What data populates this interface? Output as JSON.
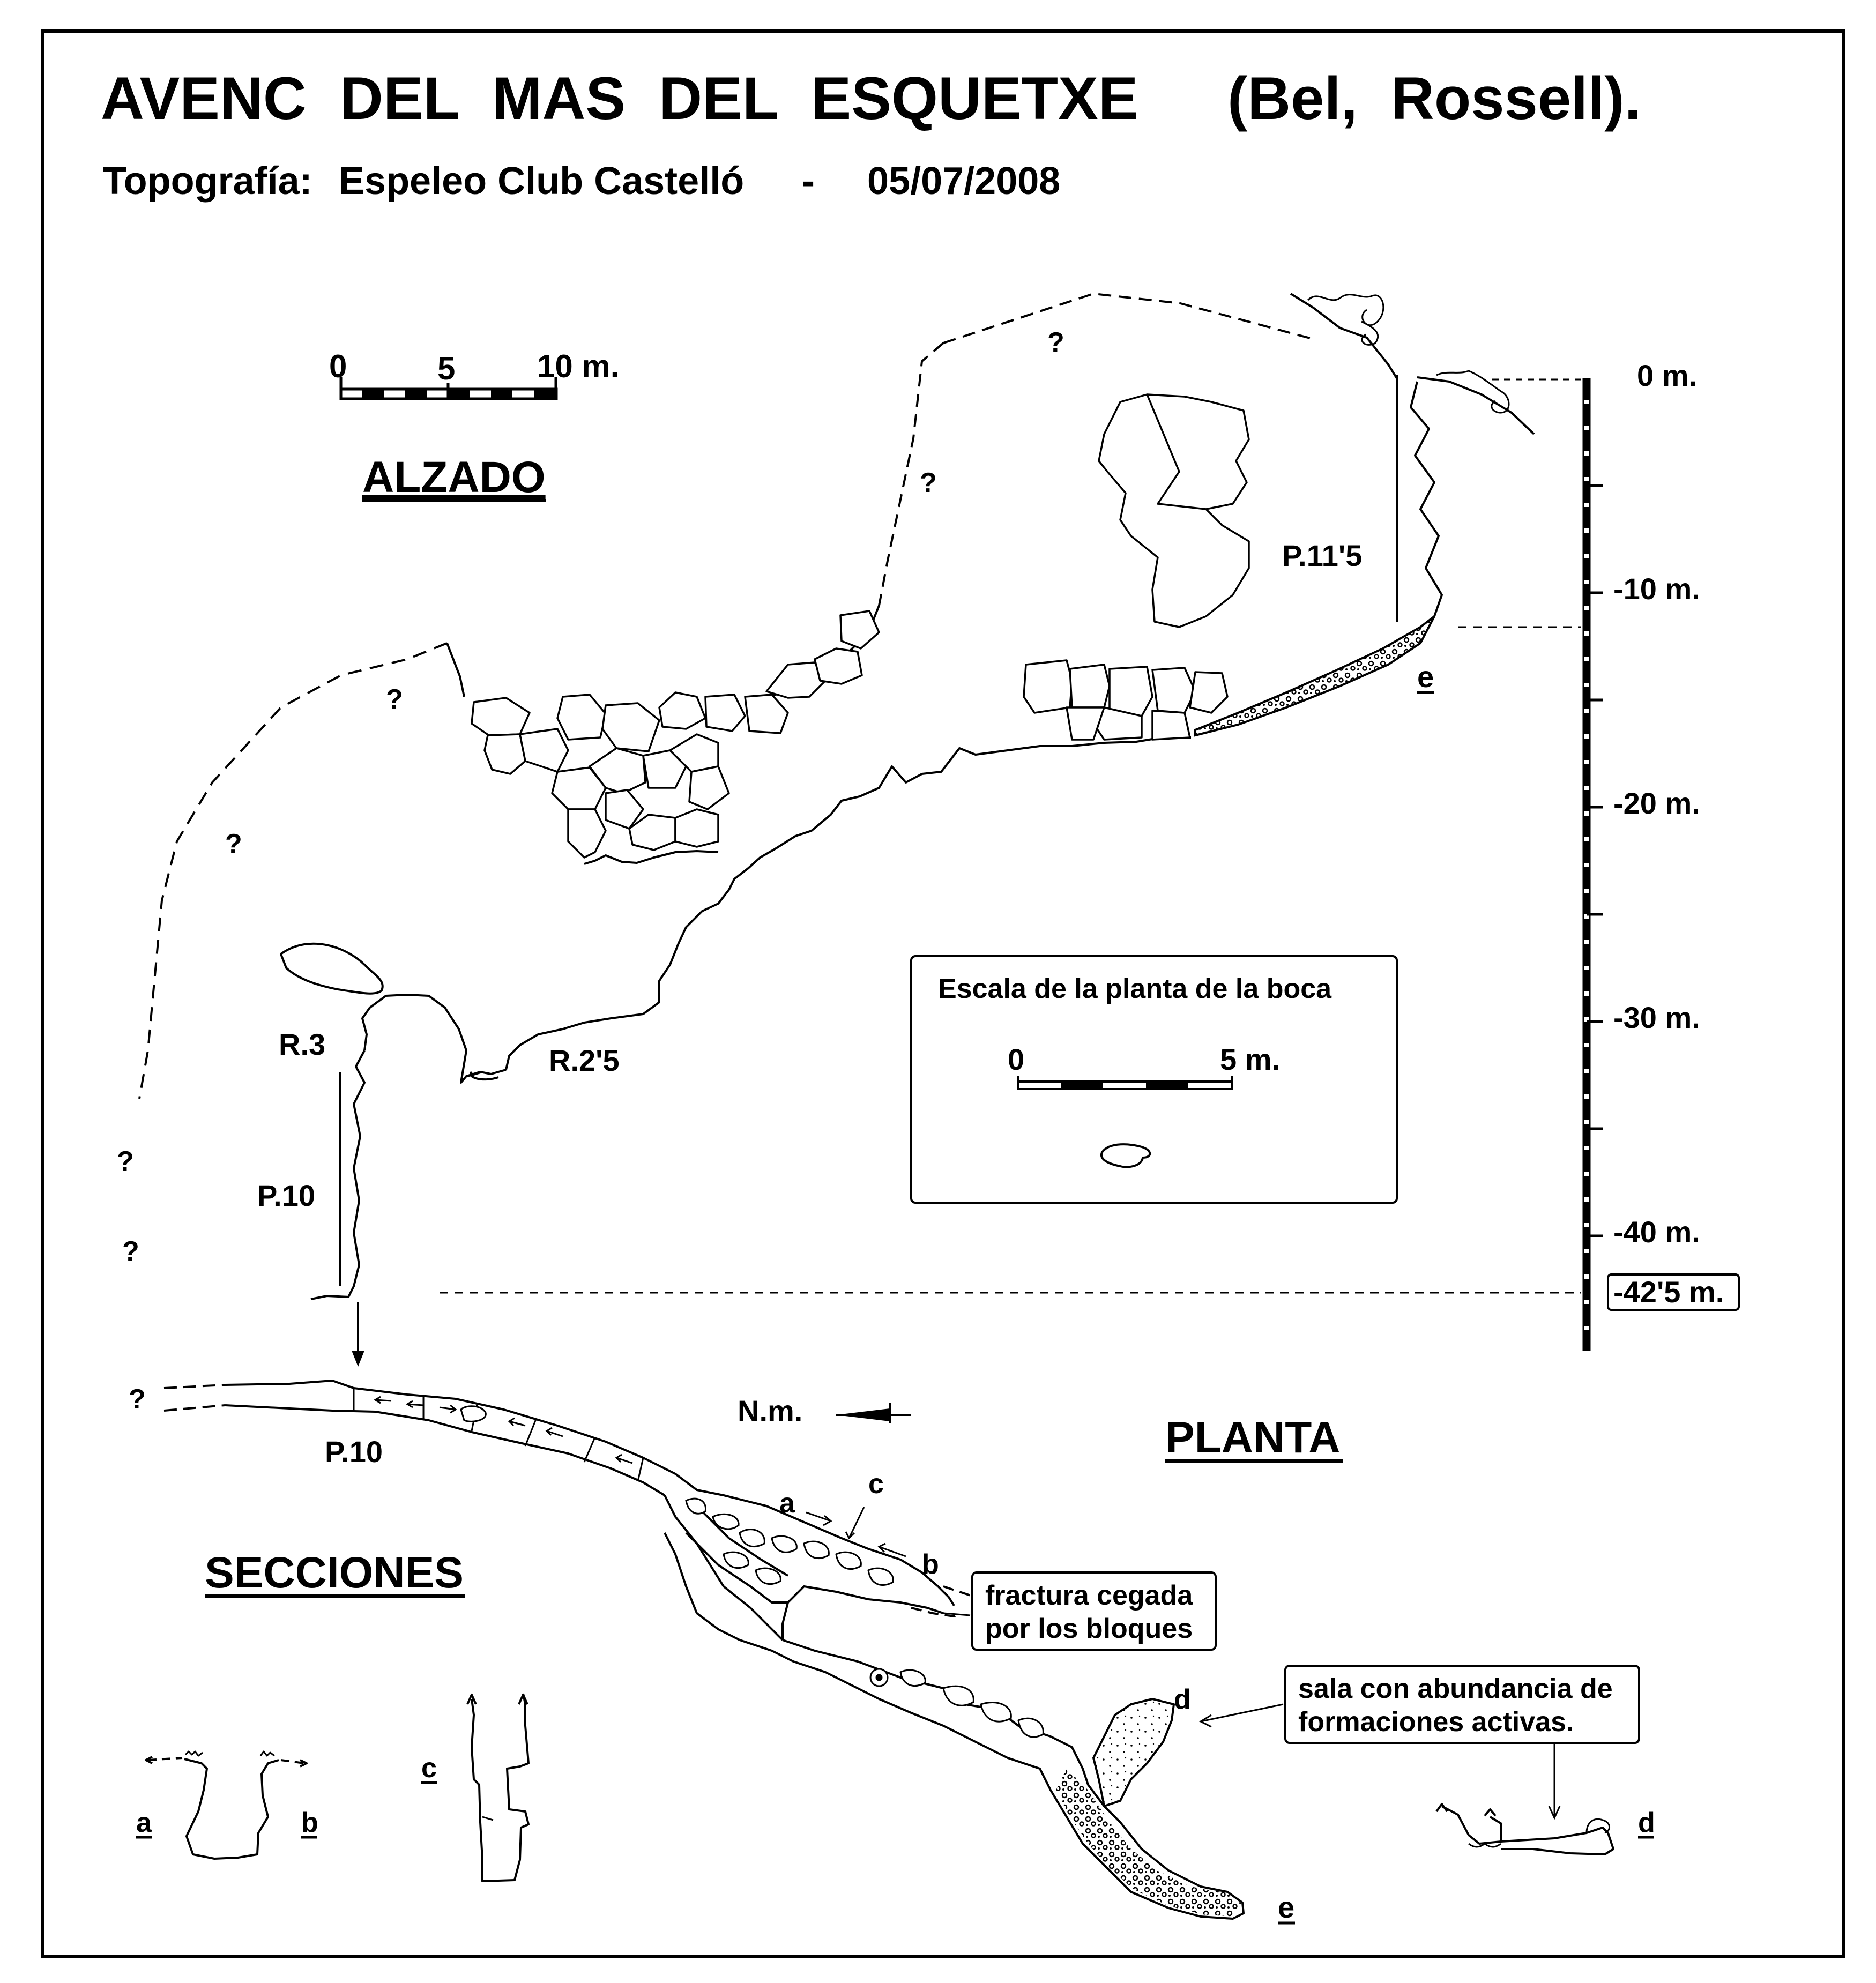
{
  "header": {
    "title": "AVENC  DEL  MAS  DEL  ESQUETXE",
    "location": "(Bel,  Rossell).",
    "survey_label": "Topografía:",
    "club": "Espeleo Club Castelló",
    "separator": "-",
    "date": "05/07/2008"
  },
  "scale_bar": {
    "zero": "0",
    "mid": "5",
    "end": "10 m."
  },
  "sections_titles": {
    "elevation": "ALZADO",
    "plan": "PLANTA",
    "sections": "SECCIONES"
  },
  "elevation": {
    "unknown_mark": "?",
    "pitch_1": "P.11'5",
    "pitch_2": "P.10",
    "ramp_1": "R.3",
    "ramp_2": "R.2'5",
    "point_e": "e"
  },
  "depth_scale": {
    "labels": [
      "0 m.",
      "-10 m.",
      "-20 m.",
      "-30 m.",
      "-40 m."
    ],
    "bottom": "-42'5 m."
  },
  "inset": {
    "title": "Escala de la planta de la boca",
    "zero": "0",
    "end": "5 m."
  },
  "plan": {
    "unknown_mark": "?",
    "pitch": "P.10",
    "north": "N.m.",
    "points": {
      "a": "a",
      "b": "b",
      "c": "c",
      "d": "d",
      "e": "e"
    },
    "note_1": [
      "fractura cegada",
      "por los bloques"
    ],
    "note_2": [
      "sala con abundancia de",
      "formaciones activas."
    ]
  },
  "cross_sections": {
    "a": "a",
    "b": "b",
    "c": "c",
    "d": "d"
  }
}
